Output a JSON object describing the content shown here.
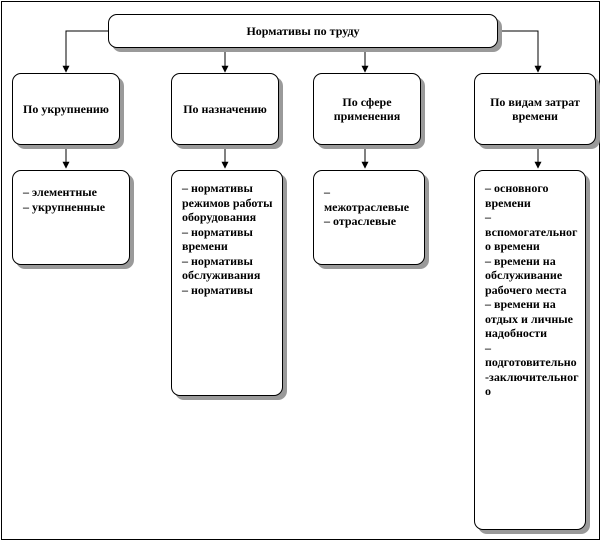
{
  "root": {
    "label": "Нормативы по труду"
  },
  "categories": [
    {
      "label": "По укрупнению",
      "items": [
        "– элементные",
        "– укрупненные"
      ]
    },
    {
      "label": "По назначению",
      "items": [
        "– нормативы режимов работы оборудования",
        "– нормативы времени",
        "– нормативы обслуживания",
        "– нормативы"
      ]
    },
    {
      "label": "По сфере применения",
      "items": [
        "– межотраслевые",
        "– отраслевые"
      ]
    },
    {
      "label": "По видам затрат времени",
      "items": [
        "– основного времени",
        "– вспомогательного времени",
        "– времени на обслуживание рабочего места",
        "– времени на отдых и личные надобности",
        "– подготовительно-заключительного"
      ]
    }
  ],
  "colors": {
    "border": "#000000",
    "shadow": "#9a9a9a",
    "background": "#ffffff"
  }
}
